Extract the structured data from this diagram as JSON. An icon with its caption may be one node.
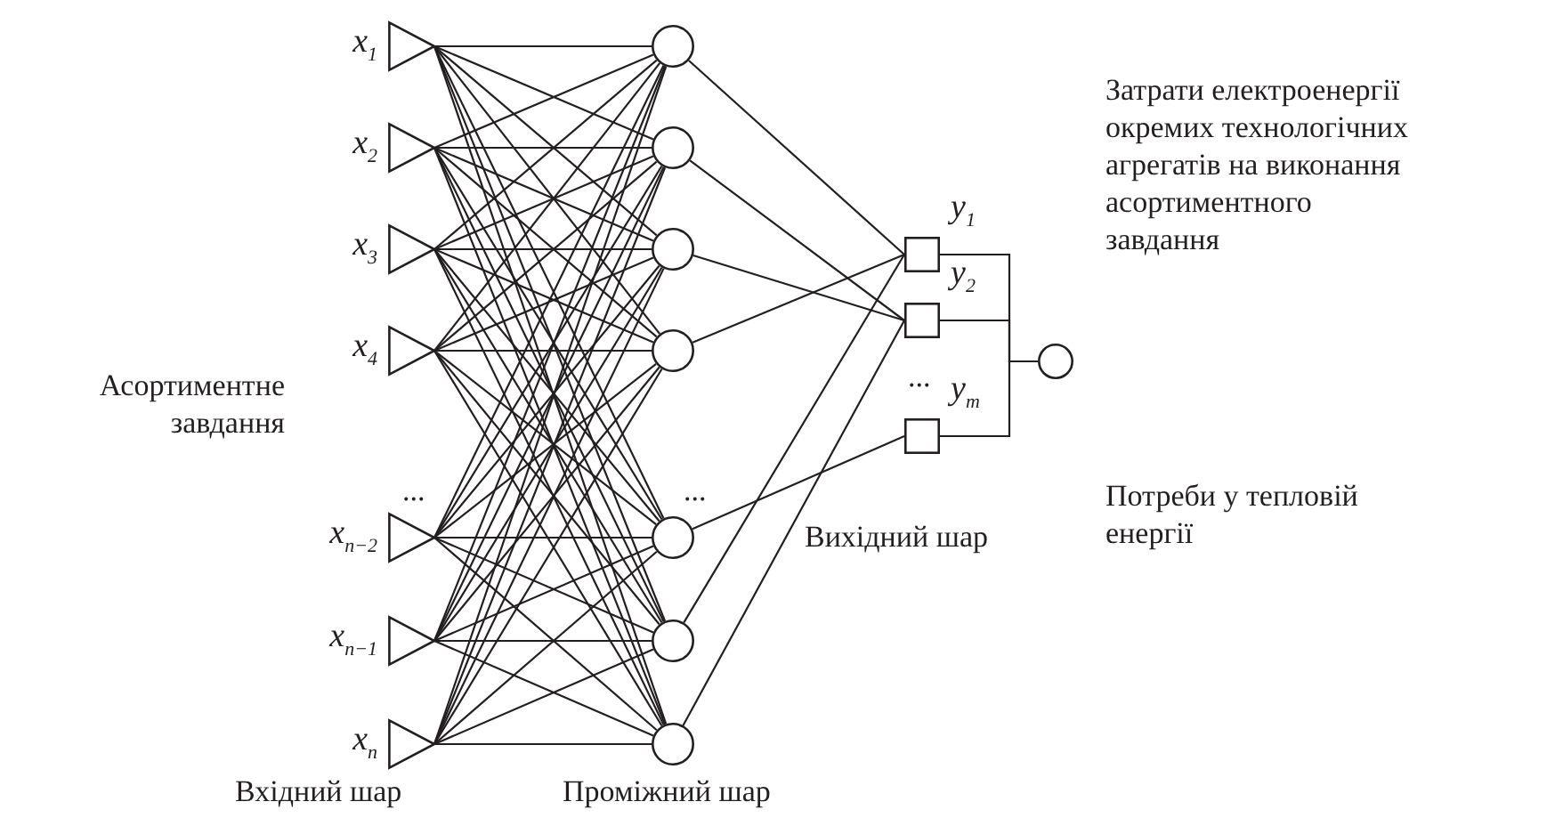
{
  "diagram": {
    "nodes": [
      {
        "text": [
          "x$_{1}$"
        ]
      },
      {
        "text": [
          "x$_{2}$"
        ]
      },
      {
        "text": [
          "x$_{3}$"
        ]
      },
      {
        "text": [
          "x$_{4}$"
        ]
      },
      {
        "text": [
          "x$_{n−2}$"
        ]
      },
      {
        "text": [
          "x$_{n−1}$"
        ]
      },
      {
        "text": [
          "x$_{n}$"
        ]
      },
      {
        "text": [],
        "shape": "circle"
      },
      {
        "text": [],
        "shape": "circle"
      },
      {
        "text": [],
        "shape": "circle"
      },
      {
        "text": [],
        "shape": "circle"
      },
      {
        "text": [],
        "shape": "circle"
      },
      {
        "text": [],
        "shape": "circle"
      },
      {
        "text": [],
        "shape": "circle"
      },
      {
        "text": [
          "y$_{1}$"
        ]
      },
      {
        "text": [
          "y$_{2}$"
        ]
      },
      {
        "text": [
          "y$_{m}$"
        ]
      },
      {
        "text": [],
        "shape": "circle"
      }
    ],
    "edges": [
      {
        "from": 0,
        "to": 7,
        "arrow": "none"
      },
      {
        "from": 0,
        "to": 8,
        "arrow": "none"
      },
      {
        "from": 0,
        "to": 9,
        "arrow": "none"
      },
      {
        "from": 0,
        "to": 10,
        "arrow": "none"
      },
      {
        "from": 0,
        "to": 11,
        "arrow": "none"
      },
      {
        "from": 0,
        "to": 12,
        "arrow": "none"
      },
      {
        "from": 0,
        "to": 13,
        "arrow": "none"
      },
      {
        "from": 1,
        "to": 7,
        "arrow": "none"
      },
      {
        "from": 1,
        "to": 8,
        "arrow": "none"
      },
      {
        "from": 1,
        "to": 9,
        "arrow": "none"
      },
      {
        "from": 1,
        "to": 10,
        "arrow": "none"
      },
      {
        "from": 1,
        "to": 11,
        "arrow": "none"
      },
      {
        "from": 1,
        "to": 12,
        "arrow": "none"
      },
      {
        "from": 1,
        "to": 13,
        "arrow": "none"
      },
      {
        "from": 2,
        "to": 7,
        "arrow": "none"
      },
      {
        "from": 2,
        "to": 8,
        "arrow": "none"
      },
      {
        "from": 2,
        "to": 9,
        "arrow": "none"
      },
      {
        "from": 2,
        "to": 10,
        "arrow": "none"
      },
      {
        "from": 2,
        "to": 11,
        "arrow": "none"
      },
      {
        "from": 2,
        "to": 12,
        "arrow": "none"
      },
      {
        "from": 2,
        "to": 13,
        "arrow": "none"
      },
      {
        "from": 3,
        "to": 7,
        "arrow": "none"
      },
      {
        "from": 3,
        "to": 8,
        "arrow": "none"
      },
      {
        "from": 3,
        "to": 9,
        "arrow": "none"
      },
      {
        "from": 3,
        "to": 10,
        "arrow": "none"
      },
      {
        "from": 3,
        "to": 11,
        "arrow": "none"
      },
      {
        "from": 3,
        "to": 12,
        "arrow": "none"
      },
      {
        "from": 3,
        "to": 13,
        "arrow": "none"
      },
      {
        "from": 4,
        "to": 7,
        "arrow": "none"
      },
      {
        "from": 4,
        "to": 8,
        "arrow": "none"
      },
      {
        "from": 4,
        "to": 9,
        "arrow": "none"
      },
      {
        "from": 4,
        "to": 10,
        "arrow": "none"
      },
      {
        "from": 4,
        "to": 11,
        "arrow": "none"
      },
      {
        "from": 4,
        "to": 12,
        "arrow": "none"
      },
      {
        "from": 4,
        "to": 13,
        "arrow": "none"
      },
      {
        "from": 5,
        "to": 7,
        "arrow": "none"
      },
      {
        "from": 5,
        "to": 8,
        "arrow": "none"
      },
      {
        "from": 5,
        "to": 9,
        "arrow": "none"
      },
      {
        "from": 5,
        "to": 10,
        "arrow": "none"
      },
      {
        "from": 5,
        "to": 11,
        "arrow": "none"
      },
      {
        "from": 5,
        "to": 12,
        "arrow": "none"
      },
      {
        "from": 5,
        "to": 13,
        "arrow": "none"
      },
      {
        "from": 6,
        "to": 7,
        "arrow": "none"
      },
      {
        "from": 6,
        "to": 8,
        "arrow": "none"
      },
      {
        "from": 6,
        "to": 9,
        "arrow": "none"
      },
      {
        "from": 6,
        "to": 10,
        "arrow": "none"
      },
      {
        "from": 6,
        "to": 11,
        "arrow": "none"
      },
      {
        "from": 6,
        "to": 12,
        "arrow": "none"
      },
      {
        "from": 6,
        "to": 13,
        "arrow": "none"
      },
      {
        "from": 7,
        "to": 14,
        "arrow": "none"
      },
      {
        "from": 8,
        "to": 15,
        "arrow": "none"
      },
      {
        "from": 9,
        "to": 15,
        "arrow": "none"
      },
      {
        "from": 10,
        "to": 14,
        "arrow": "none"
      },
      {
        "from": 11,
        "to": 16,
        "arrow": "none"
      },
      {
        "from": 12,
        "to": 14,
        "arrow": "none"
      },
      {
        "from": 13,
        "to": 15,
        "arrow": "none"
      },
      {
        "from": 14,
        "to": 17,
        "arrow": "none"
      },
      {
        "from": 15,
        "to": 17,
        "arrow": "none"
      },
      {
        "from": 16,
        "to": 17,
        "arrow": "none"
      }
    ],
    "labels": [
      "Затрати електроенергії окремих технологічних агрегатів на виконання асортиментного завдання",
      "Асортиментне завдання",
      "...",
      "...",
      "...",
      "Потреби у тепловій енергії",
      "Вихідний шар",
      "Вхідний шар",
      "Проміжний шар"
    ]
  }
}
